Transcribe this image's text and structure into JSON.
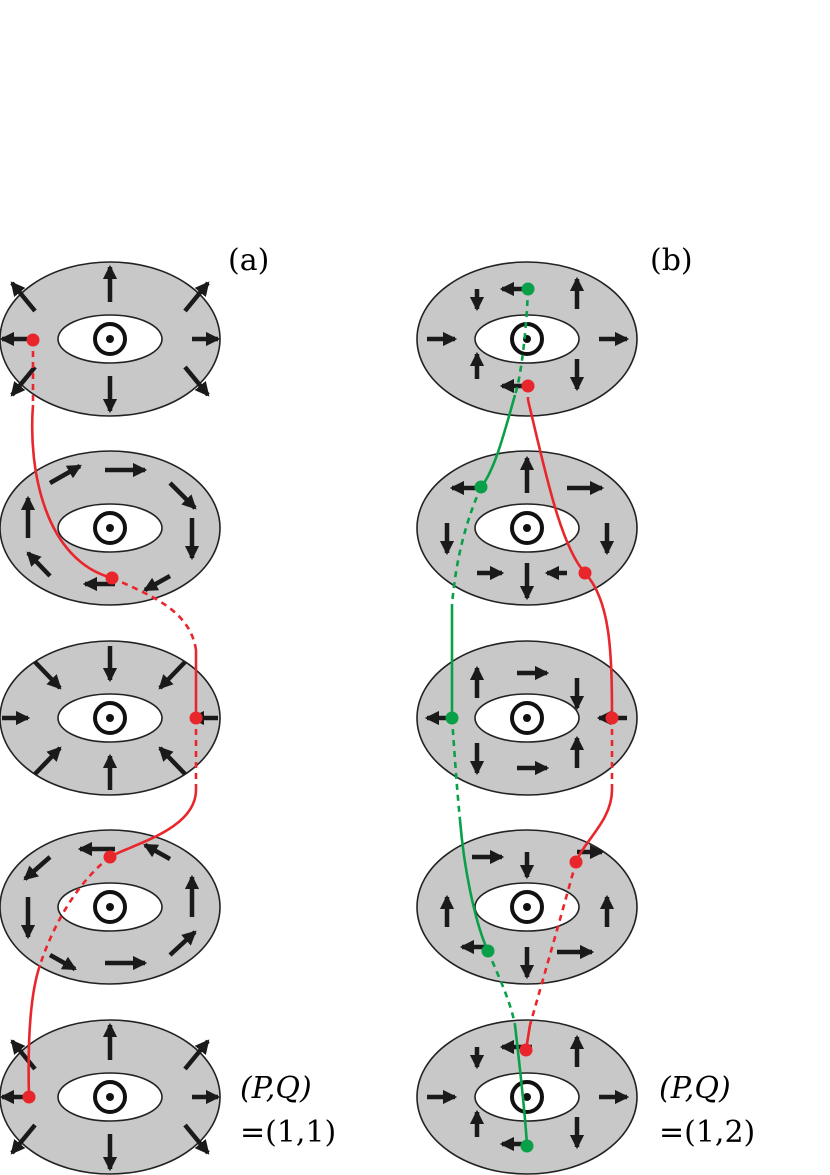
{
  "panels": [
    {
      "id": "a",
      "label": "(a)",
      "pq_line1": "(P,Q)",
      "pq_line2": "=(1,1)"
    },
    {
      "id": "b",
      "label": "(b)",
      "pq_line1": "(P,Q)",
      "pq_line2": "=(1,2)"
    }
  ],
  "colors": {
    "disk_fill": "#c8c8c8",
    "hole_fill": "#ffffff",
    "arrow": "#1a1a1a",
    "red_line": "#e8262b",
    "green_line": "#0aa04a"
  }
}
